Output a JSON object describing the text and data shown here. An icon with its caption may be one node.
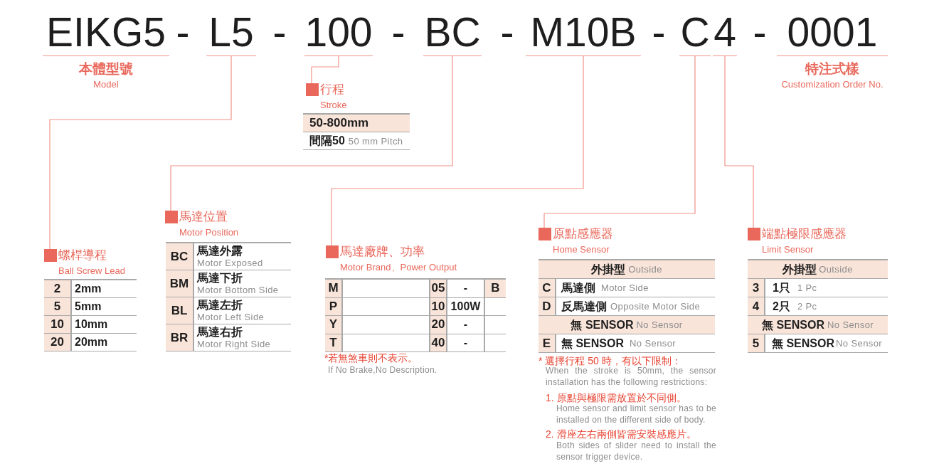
{
  "diagram": {
    "nodes": [
      {
        "text": [
          "EIKG5"
        ],
        "beside": [
          "本體型號",
          "Model"
        ]
      },
      {
        "text": [
          "L5"
        ]
      },
      {
        "text": [
          "100"
        ]
      },
      {
        "text": [
          "BC"
        ]
      },
      {
        "text": [
          "M10B"
        ]
      },
      {
        "text": [
          "C"
        ]
      },
      {
        "text": [
          "4"
        ]
      },
      {
        "text": [
          "0001"
        ],
        "beside": [
          "特注式樣",
          "Customization Order No."
        ]
      },
      {
        "text": [
          "螺桿導程",
          "Ball Screw Lead"
        ]
      },
      {
        "text": [
          "行程",
          "Stroke"
        ]
      },
      {
        "text": [
          "馬達位置",
          "Motor Position"
        ]
      },
      {
        "text": [
          "馬達廠牌、功率",
          "Motor Brand、Power Output"
        ]
      },
      {
        "text": [
          "原點感應器",
          "Home Sensor"
        ]
      },
      {
        "text": [
          "端點極限感應器",
          "Limit Sensor"
        ]
      }
    ],
    "edges": [
      {
        "from": 1,
        "to": 8,
        "arrow": "none"
      },
      {
        "from": 2,
        "to": 9,
        "arrow": "none"
      },
      {
        "from": 3,
        "to": 10,
        "arrow": "none"
      },
      {
        "from": 4,
        "to": 11,
        "arrow": "none"
      },
      {
        "from": 5,
        "to": 12,
        "arrow": "none"
      },
      {
        "from": 6,
        "to": 13,
        "arrow": "none"
      }
    ],
    "labels": [
      "-",
      "-",
      "-",
      "-",
      "-",
      "-",
      "2",
      "2mm",
      "5",
      "5mm",
      "10",
      "10mm",
      "20",
      "20mm",
      "50-800mm",
      "間隔50",
      "50 mm Pitch",
      "BC",
      "馬達外露",
      "Motor Exposed",
      "BM",
      "馬達下折",
      "Motor Bottom Side",
      "BL",
      "馬達左折",
      "Motor Left Side",
      "BR",
      "馬達右折",
      "Motor Right Side",
      "M",
      "05",
      "-",
      "B",
      "P",
      "10",
      "100W",
      "Y",
      "20",
      "-",
      "T",
      "40",
      "-",
      "*若無煞車則不表示。",
      "If No Brake,No Description.",
      "外掛型",
      "Outside",
      "C",
      "馬達側",
      "Motor Side",
      "D",
      "反馬達側",
      "Opposite Motor Side",
      "無 SENSOR",
      "No Sensor",
      "E",
      "無 SENSOR",
      "No Sensor",
      "* 選擇行程 50 時，有以下限制：",
      "When the stroke is 50mm, the sensor installation has the following restrictions:",
      "1. 原點與極限需放置於不同側。",
      "Home sensor and limit sensor has to be installed on the different side of body.",
      "2. 滑座左右兩側皆需安裝感應片。",
      "Both sides of slider need to install the sensor trigger device.",
      "外掛型",
      "Outside",
      "3",
      "1只",
      "1 Pc",
      "4",
      "2只",
      "2 Pc",
      "無 SENSOR",
      "No Sensor",
      "5",
      "無 SENSOR",
      "No Sensor"
    ]
  }
}
